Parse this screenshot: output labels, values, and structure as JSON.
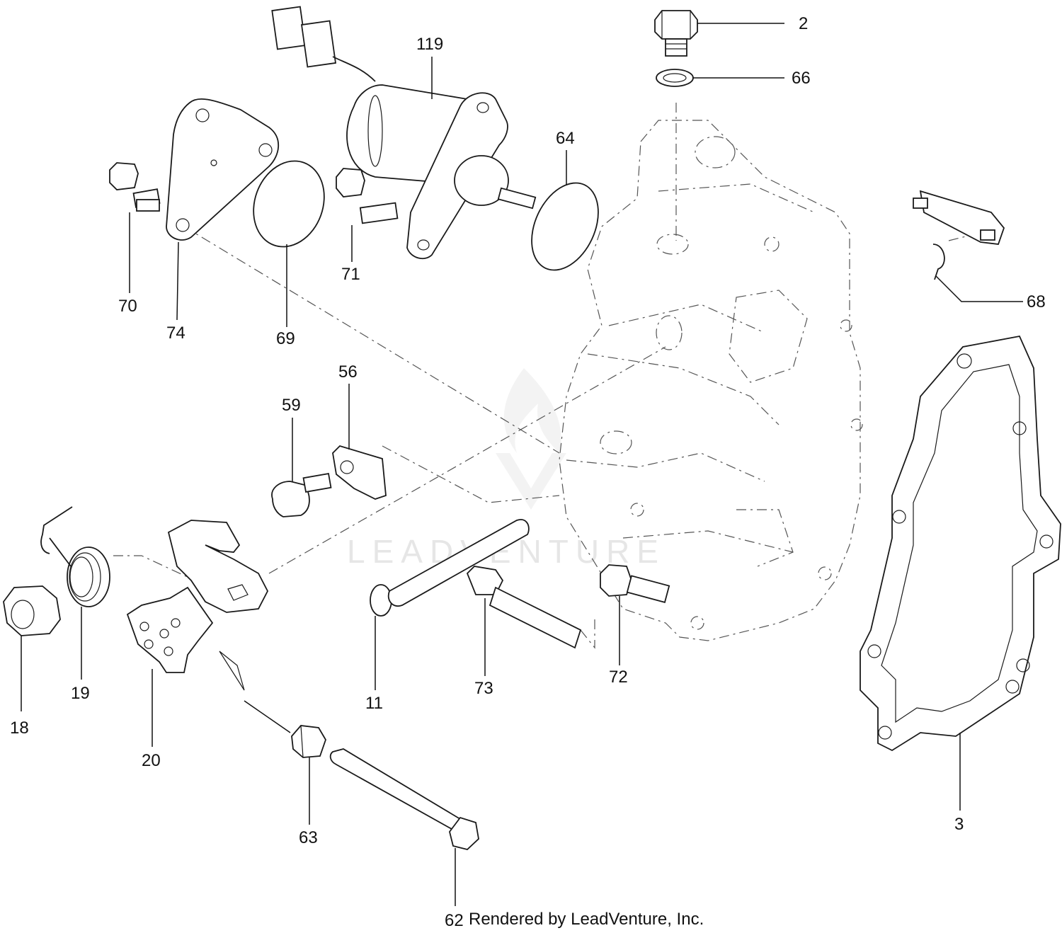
{
  "diagram": {
    "credit": "Rendered by LeadVenture, Inc.",
    "watermark": "LEADVENTURE",
    "callouts": [
      {
        "id": "2",
        "label": "2"
      },
      {
        "id": "66",
        "label": "66"
      },
      {
        "id": "119",
        "label": "119"
      },
      {
        "id": "64",
        "label": "64"
      },
      {
        "id": "70",
        "label": "70"
      },
      {
        "id": "74",
        "label": "74"
      },
      {
        "id": "69",
        "label": "69"
      },
      {
        "id": "71",
        "label": "71"
      },
      {
        "id": "68",
        "label": "68"
      },
      {
        "id": "56",
        "label": "56"
      },
      {
        "id": "59",
        "label": "59"
      },
      {
        "id": "18",
        "label": "18"
      },
      {
        "id": "19",
        "label": "19"
      },
      {
        "id": "20",
        "label": "20"
      },
      {
        "id": "11",
        "label": "11"
      },
      {
        "id": "73",
        "label": "73"
      },
      {
        "id": "72",
        "label": "72"
      },
      {
        "id": "63",
        "label": "63"
      },
      {
        "id": "62",
        "label": "62"
      },
      {
        "id": "3",
        "label": "3"
      }
    ]
  }
}
